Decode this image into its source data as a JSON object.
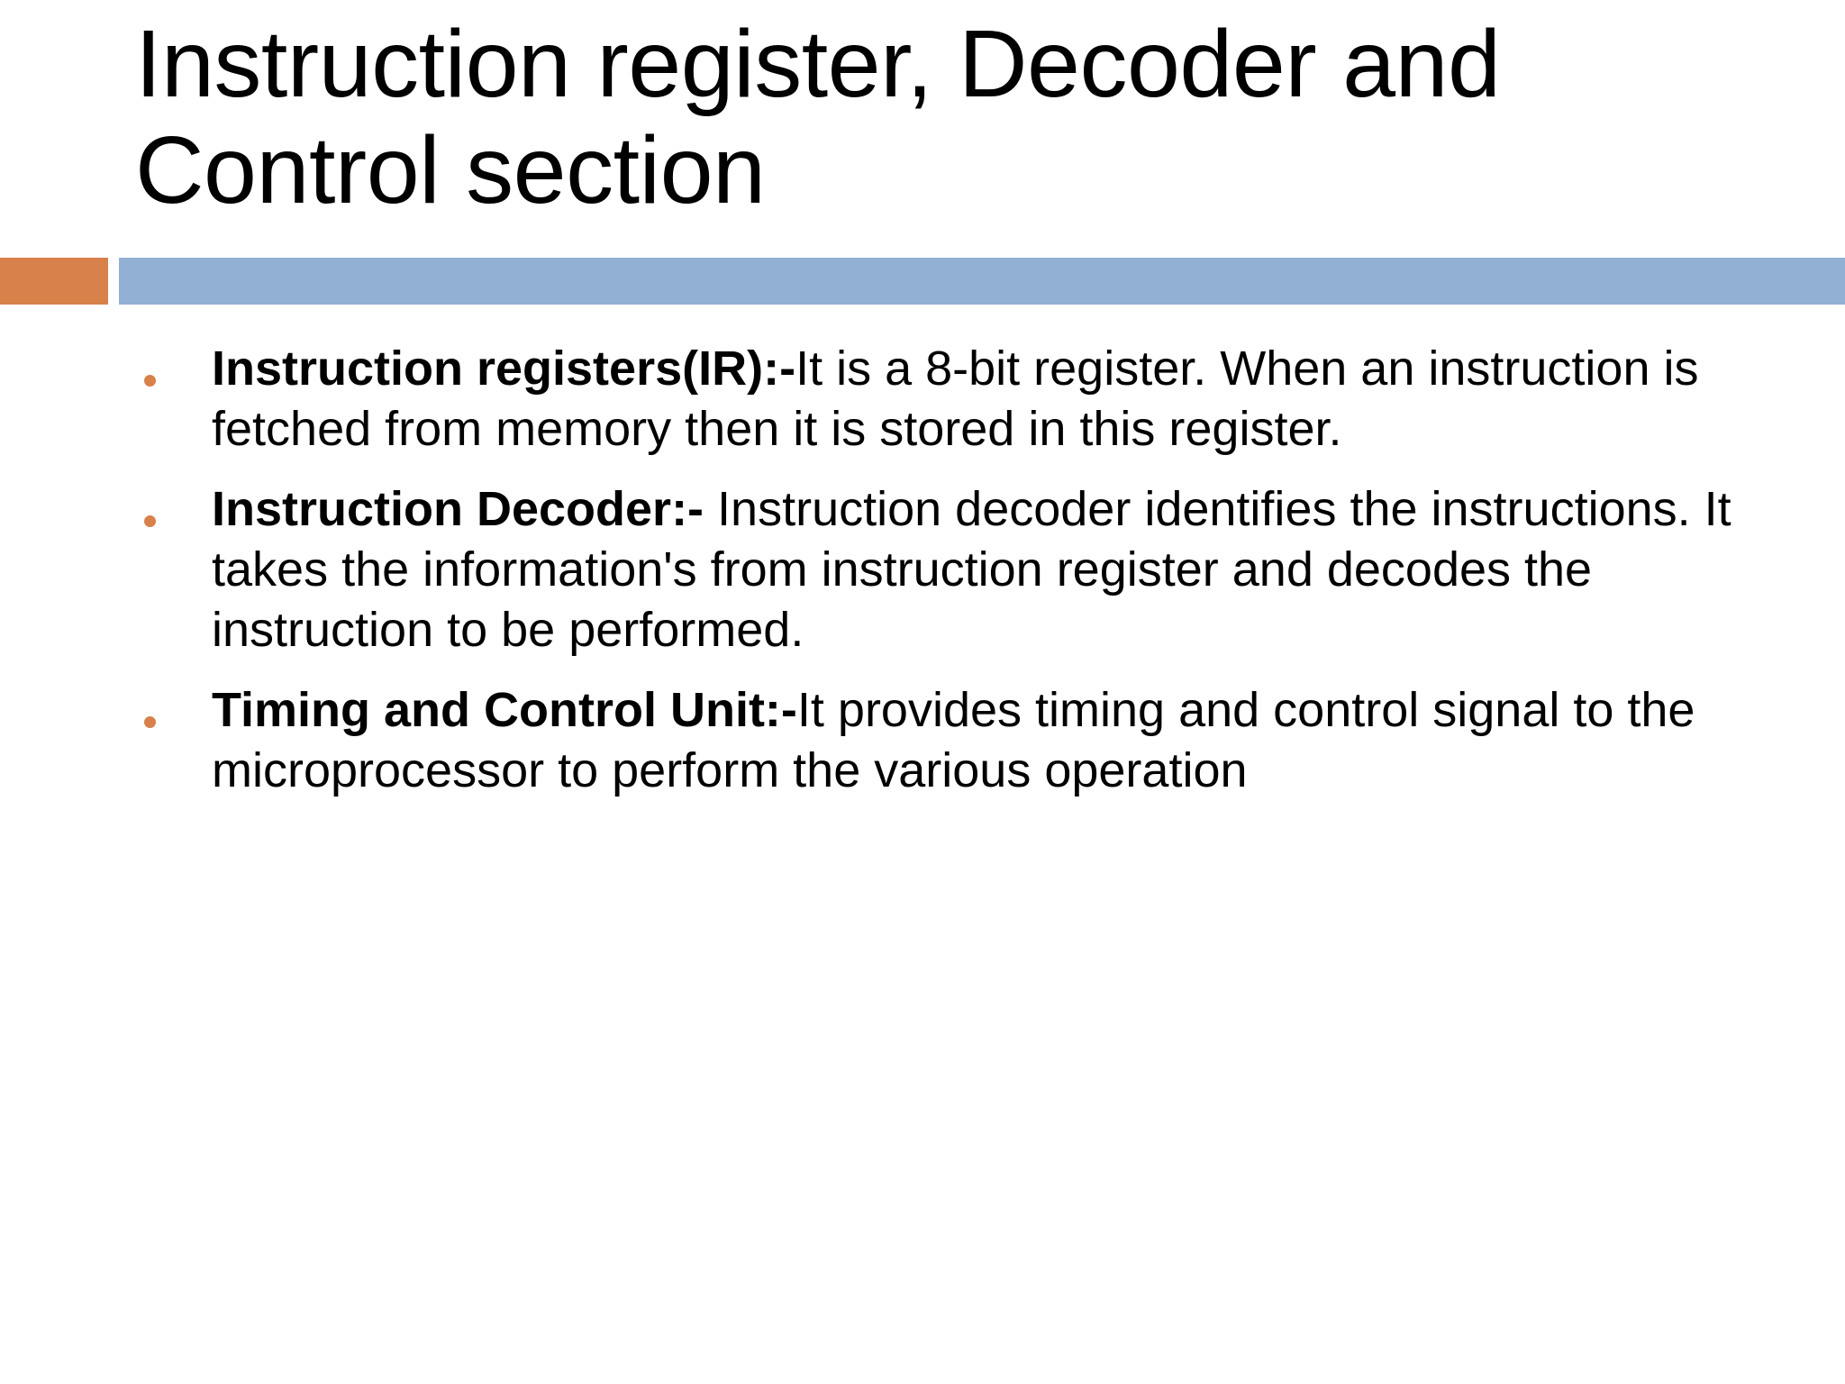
{
  "slide": {
    "title": "Instruction register, Decoder and Control section",
    "background_color": "#ffffff",
    "accent": {
      "orange_color": "#d8814b",
      "blue_color": "#92b0d3",
      "bullet_color": "#d8814b"
    },
    "bullets": [
      {
        "marker": "bullet-dot",
        "lead": "Instruction registers(IR):-",
        "body": "It is a 8-bit register. When an instruction is fetched from memory then it is stored in this register."
      },
      {
        "marker": "bullet-dot",
        "lead": "Instruction Decoder:-",
        "body": " Instruction decoder identifies the instructions. It takes the information's from instruction register and decodes the instruction to be performed."
      },
      {
        "marker": "bullet-dot",
        "lead": "Timing and Control Unit:-",
        "body": "It provides timing and control signal to the microprocessor to perform the various operation"
      }
    ]
  }
}
